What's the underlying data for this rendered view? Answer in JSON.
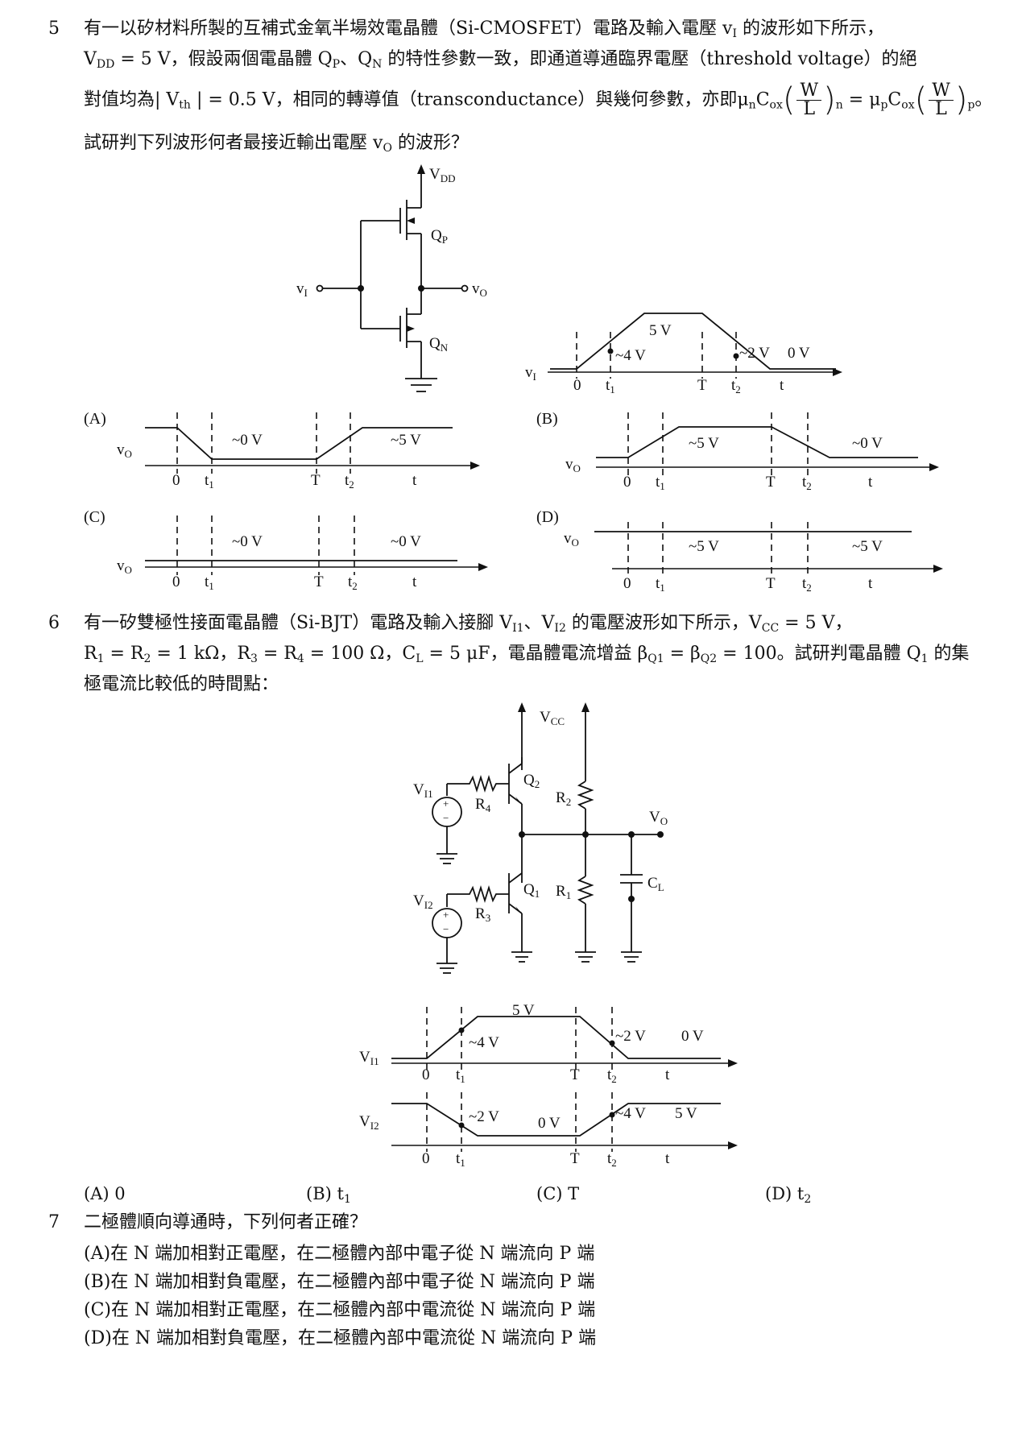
{
  "q5": {
    "number": "5",
    "line1": "有一以矽材料所製的互補式金氧半場效電晶體（Si-CMOSFET）電路及輸入電壓 v",
    "line1_sub": "I",
    "line1_end": " 的波形如下所示，",
    "line2a": "V",
    "line2a_sub": "DD",
    "line2b": " = 5 V，假設兩個電晶體 Q",
    "line2b_sub": "P",
    "line2c": "、Q",
    "line2c_sub": "N",
    "line2d": " 的特性參數一致，即通道導通臨界電壓（threshold voltage）的絕",
    "line3a": "對值均為| V",
    "line3a_sub": "th",
    "line3b": " | = 0.5 V，相同的轉導值（transconductance）與幾何參數，亦即μ",
    "line3b_sub1": "n",
    "line3c": "C",
    "line3c_sub": "ox",
    "frac_num": "W",
    "frac_den": "L",
    "sub_n": "n",
    "eq": " = μ",
    "eq_sub1": "p",
    "eq_c": "C",
    "eq_c_sub": "ox",
    "sub_p": "p",
    "line3_end": "。",
    "line4": "試研判下列波形何者最接近輸出電壓 v",
    "line4_sub": "O",
    "line4_end": " 的波形？",
    "circuit": {
      "vdd": "V",
      "vdd_sub": "DD",
      "qp": "Q",
      "qp_sub": "P",
      "qn": "Q",
      "qn_sub": "N",
      "vi": "v",
      "vi_sub": "I",
      "vo": "v",
      "vo_sub": "O"
    },
    "input_wave": {
      "v5": "5 V",
      "v4": "~4 V",
      "v2": "~2 V",
      "v0": "0 V",
      "vi": "v",
      "vi_sub": "I",
      "t0": "0",
      "t1": "t",
      "t1_sub": "1",
      "T": "T",
      "t2": "t",
      "t2_sub": "2",
      "t": "t"
    },
    "options": [
      {
        "label": "(A)",
        "vo": "v",
        "vo_sub": "O",
        "levels": [
          "~0 V",
          "~5 V"
        ]
      },
      {
        "label": "(B)",
        "vo": "v",
        "vo_sub": "O",
        "levels": [
          "~5 V",
          "~0 V"
        ]
      },
      {
        "label": "(C)",
        "vo": "v",
        "vo_sub": "O",
        "levels": [
          "~0 V",
          "~0 V"
        ]
      },
      {
        "label": "(D)",
        "vo": "v",
        "vo_sub": "O",
        "levels": [
          "~5 V",
          "~5 V"
        ]
      }
    ],
    "axis": {
      "t0": "0",
      "t1": "t",
      "t1_sub": "1",
      "T": "T",
      "t2": "t",
      "t2_sub": "2",
      "t": "t"
    }
  },
  "q6": {
    "number": "6",
    "line1a": "有一矽雙極性接面電晶體（Si-BJT）電路及輸入接腳 V",
    "line1a_sub": "I1",
    "line1b": "、V",
    "line1b_sub": "I2",
    "line1c": " 的電壓波形如下所示，V",
    "line1c_sub": "CC",
    "line1d": " = 5 V，",
    "line2a": "R",
    "line2a_sub": "1",
    "line2b": " = R",
    "line2b_sub": "2",
    "line2c": " = 1 kΩ，R",
    "line2c_sub": "3",
    "line2d": " = R",
    "line2d_sub": "4",
    "line2e": " = 100 Ω，C",
    "line2e_sub": "L",
    "line2f": " = 5 μF，電晶體電流增益 β",
    "line2f_sub": "Q1",
    "line2g": " = β",
    "line2g_sub": "Q2",
    "line2h": " = 100。試研判電晶體 Q",
    "line2h_sub": "1",
    "line2i": " 的集",
    "line3": "極電流比較低的時間點：",
    "circuit": {
      "vcc": "V",
      "vcc_sub": "CC",
      "vi1": "V",
      "vi1_sub": "I1",
      "vi2": "V",
      "vi2_sub": "I2",
      "r4": "R",
      "r4_sub": "4",
      "r3": "R",
      "r3_sub": "3",
      "r2": "R",
      "r2_sub": "2",
      "r1": "R",
      "r1_sub": "1",
      "q2": "Q",
      "q2_sub": "2",
      "q1": "Q",
      "q1_sub": "1",
      "vo": "V",
      "vo_sub": "O",
      "cl": "C",
      "cl_sub": "L",
      "plus": "+",
      "minus": "−"
    },
    "wave1": {
      "v5": "5 V",
      "v4": "~4 V",
      "v2": "~2 V",
      "v0": "0 V",
      "name": "V",
      "name_sub": "I1"
    },
    "wave2": {
      "v2": "~2 V",
      "v0": "0 V",
      "v4": "~4 V",
      "v5": "5 V",
      "name": "V",
      "name_sub": "I2"
    },
    "axis": {
      "t0": "0",
      "t1": "t",
      "t1_sub": "1",
      "T": "T",
      "t2": "t",
      "t2_sub": "2",
      "t": "t"
    },
    "choices": [
      {
        "label": "(A)",
        "text": "0",
        "sub": ""
      },
      {
        "label": "(B)",
        "text": "t",
        "sub": "1"
      },
      {
        "label": "(C)",
        "text": "T",
        "sub": ""
      },
      {
        "label": "(D)",
        "text": "t",
        "sub": "2"
      }
    ]
  },
  "q7": {
    "number": "7",
    "stem": "二極體順向導通時，下列何者正確？",
    "options": [
      {
        "label": "(A)",
        "text": "在 N 端加相對正電壓，在二極體內部中電子從 N 端流向 P 端"
      },
      {
        "label": "(B)",
        "text": "在 N 端加相對負電壓，在二極體內部中電子從 N 端流向 P 端"
      },
      {
        "label": "(C)",
        "text": "在 N 端加相對正電壓，在二極體內部中電流從 N 端流向 P 端"
      },
      {
        "label": "(D)",
        "text": "在 N 端加相對負電壓，在二極體內部中電流從 N 端流向 P 端"
      }
    ]
  }
}
